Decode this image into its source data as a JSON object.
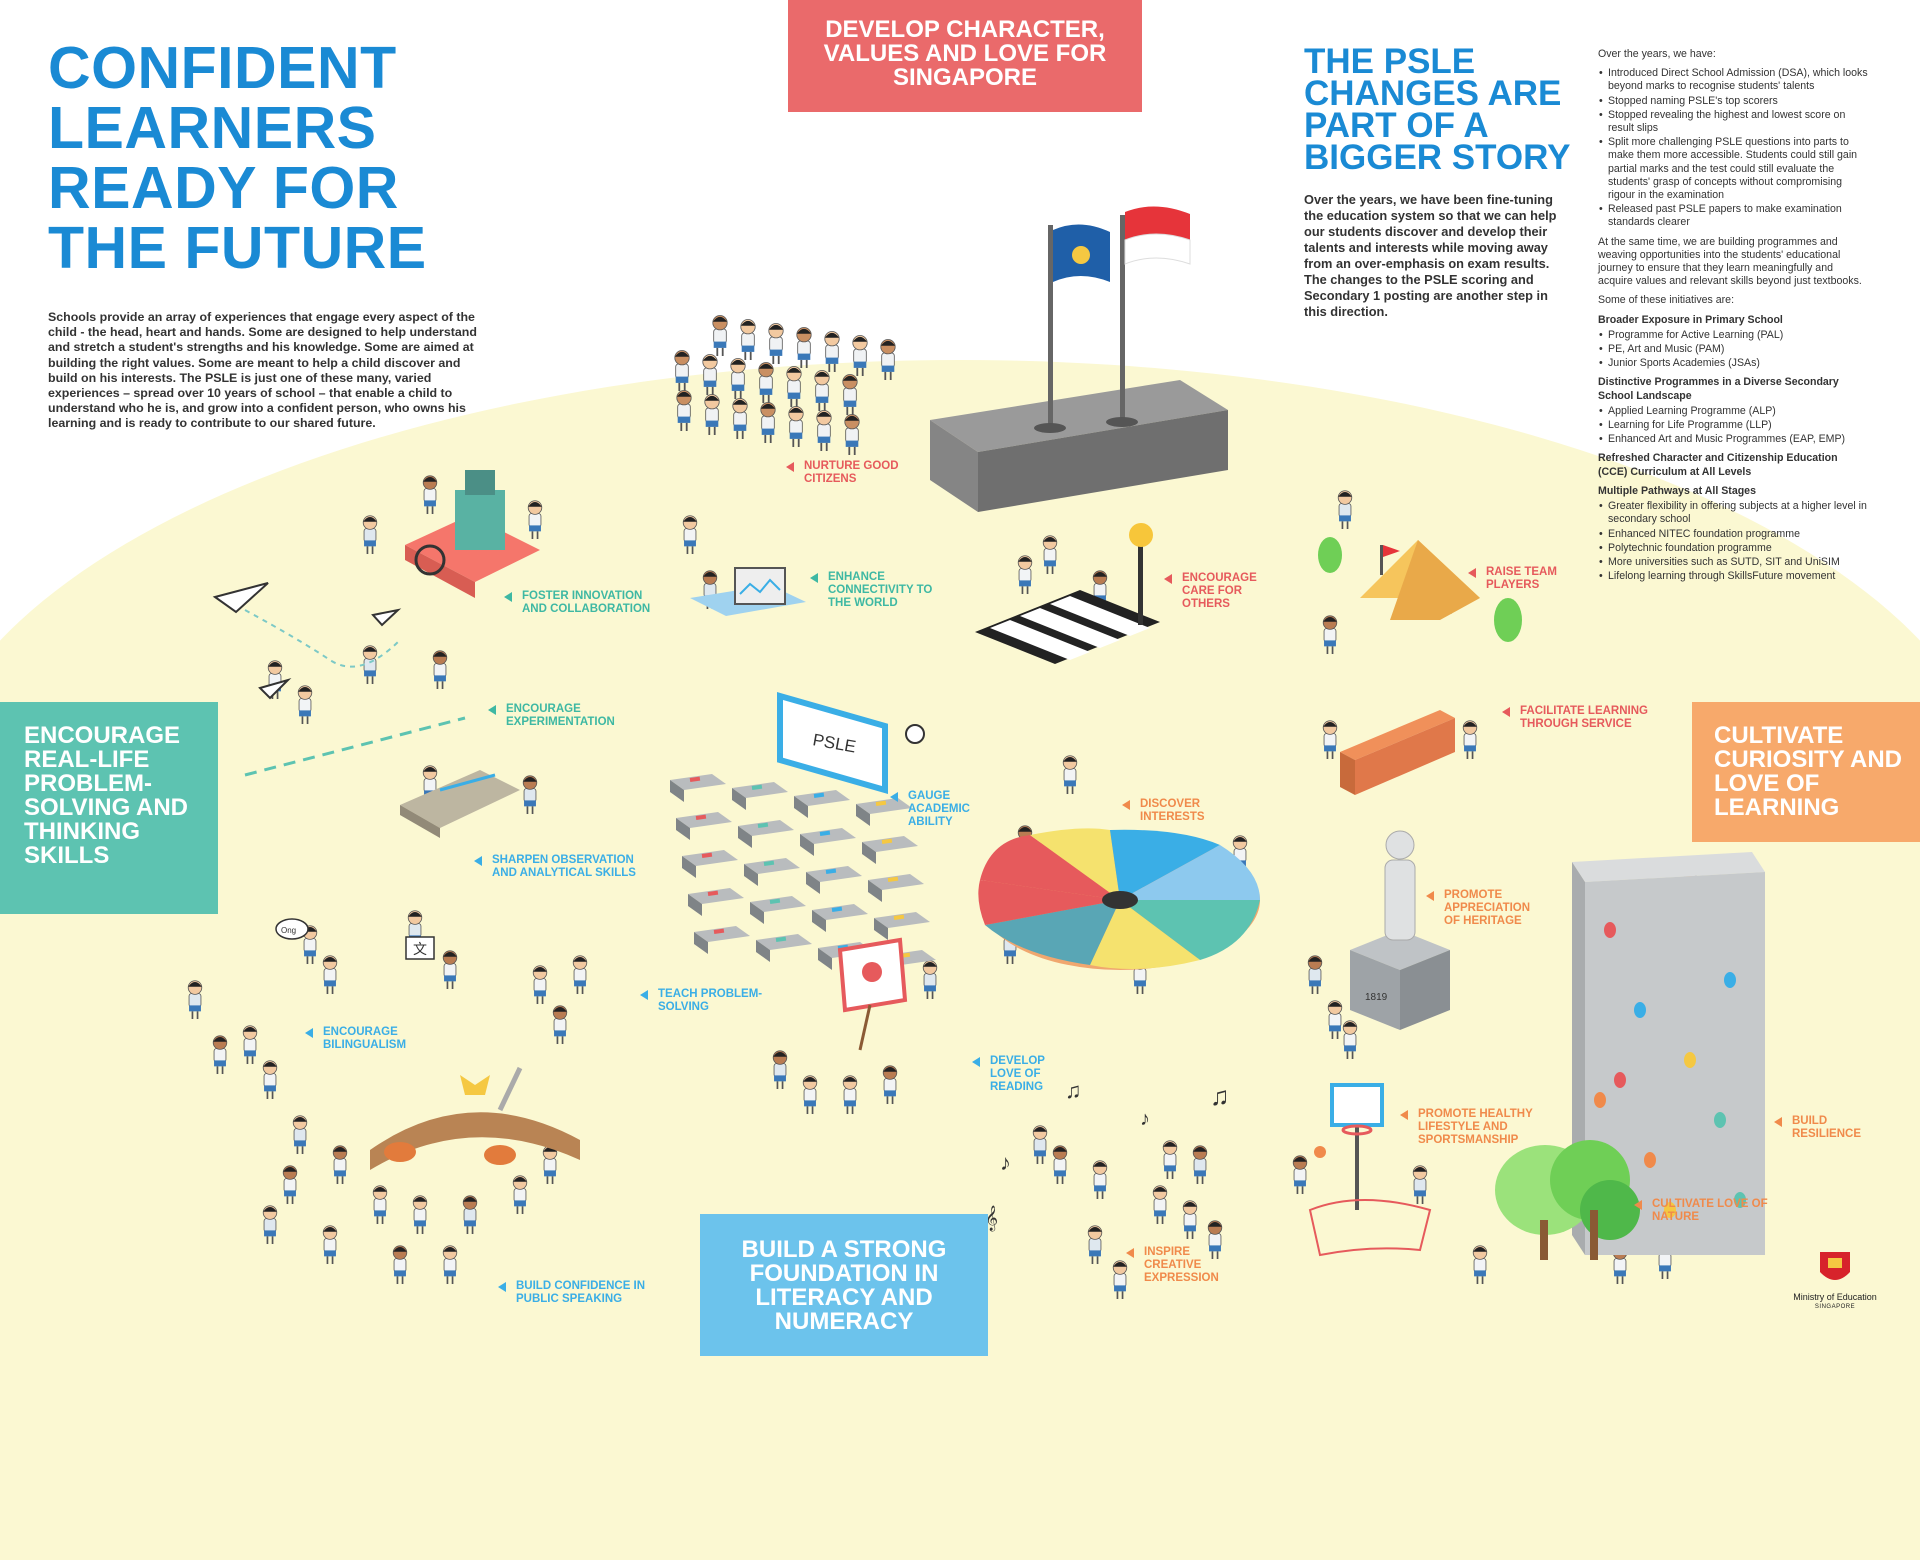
{
  "main_title": "CONFIDENT LEARNERS READY FOR THE FUTURE",
  "intro": "Schools provide an array of experiences that engage every aspect of the child - the head, heart and hands. Some are designed to help understand and stretch a student's strengths and his knowledge. Some are aimed at building the right values. Some are meant to help a child discover and build on his interests. The PSLE is just one of these many, varied experiences – spread over 10 years of school – that enable a child to understand who he is, and grow into a confident person, who owns his learning and is ready to contribute to our shared future.",
  "boxes": {
    "character": "DEVELOP CHARACTER, VALUES AND LOVE FOR SINGAPORE",
    "problem_solving": "ENCOURAGE REAL-LIFE PROBLEM-SOLVING AND THINKING SKILLS",
    "curiosity": "CULTIVATE CURIOSITY AND LOVE OF LEARNING",
    "foundation": "BUILD A STRONG FOUNDATION IN LITERACY AND NUMERACY"
  },
  "psle_title": "THE PSLE CHANGES ARE PART OF A BIGGER STORY",
  "psle_body": "Over the years, we have been fine-tuning the education system so that we can help our students discover and develop their talents and interests while moving away from an over-emphasis on exam results. The changes to the PSLE scoring and Secondary 1 posting are another step in this direction.",
  "right_col": {
    "intro": "Over the years, we have:",
    "have_items": [
      "Introduced Direct School Admission (DSA), which looks beyond marks to recognise students' talents",
      "Stopped naming PSLE's top scorers",
      "Stopped revealing the highest and lowest score on result slips",
      "Split more challenging PSLE questions into parts to make them more accessible. Students could still gain partial marks and the test could still evaluate the students' grasp of concepts without compromising rigour in the examination",
      "Released past PSLE papers to make examination standards clearer"
    ],
    "para2": "At the same time, we are building programmes and weaving opportunities into the students' educational journey to ensure that they learn meaningfully and acquire values and relevant skills beyond just textbooks.",
    "para3": "Some of these initiatives are:",
    "sections": [
      {
        "heading": "Broader Exposure in Primary School",
        "items": [
          "Programme for Active Learning (PAL)",
          "PE, Art and Music (PAM)",
          "Junior Sports Academies (JSAs)"
        ]
      },
      {
        "heading": "Distinctive Programmes in a Diverse Secondary School Landscape",
        "items": [
          "Applied Learning Programme (ALP)",
          "Learning for Life Programme (LLP)",
          "Enhanced Art and Music Programmes (EAP, EMP)"
        ]
      },
      {
        "heading": "Refreshed Character and Citizenship Education (CCE) Curriculum at All Levels",
        "items": []
      },
      {
        "heading": "Multiple Pathways at All Stages",
        "items": [
          "Greater flexibility in offering subjects at a higher level in secondary school",
          "Enhanced NITEC foundation programme",
          "Polytechnic foundation programme",
          "More universities such as SUTD, SIT and UniSIM",
          "Lifelong learning through SkillsFuture movement"
        ]
      }
    ]
  },
  "labels": {
    "nurture": "NURTURE GOOD CITIZENS",
    "foster": "FOSTER INNOVATION AND COLLABORATION",
    "connectivity": "ENHANCE CONNECTIVITY TO THE WORLD",
    "care": "ENCOURAGE CARE FOR OTHERS",
    "team": "RAISE TEAM PLAYERS",
    "experimentation": "ENCOURAGE EXPERIMENTATION",
    "service": "FACILITATE LEARNING THROUGH SERVICE",
    "gauge": "GAUGE ACADEMIC ABILITY",
    "discover": "DISCOVER INTERESTS",
    "observation": "SHARPEN OBSERVATION AND ANALYTICAL SKILLS",
    "heritage": "PROMOTE APPRECIATION OF HERITAGE",
    "problem_solving": "TEACH PROBLEM-SOLVING",
    "bilingualism": "ENCOURAGE BILINGUALISM",
    "reading": "DEVELOP LOVE OF READING",
    "healthy": "PROMOTE HEALTHY LIFESTYLE AND SPORTSMANSHIP",
    "resilience": "BUILD RESILIENCE",
    "nature": "CULTIVATE LOVE OF NATURE",
    "creative": "INSPIRE CREATIVE EXPRESSION",
    "speaking": "BUILD CONFIDENCE IN PUBLIC SPEAKING"
  },
  "scene_text": {
    "board": "PSLE",
    "plinth": "1819",
    "speech": "Ong",
    "card": "文"
  },
  "logo": {
    "name": "Ministry of Education",
    "sub": "SINGAPORE"
  },
  "colors": {
    "title_blue": "#1a8ad4",
    "red": "#e65a5c",
    "green": "#3eb8a3",
    "blue": "#3aaee6",
    "orange": "#f08a4b",
    "ground": "#fbf8d2"
  }
}
